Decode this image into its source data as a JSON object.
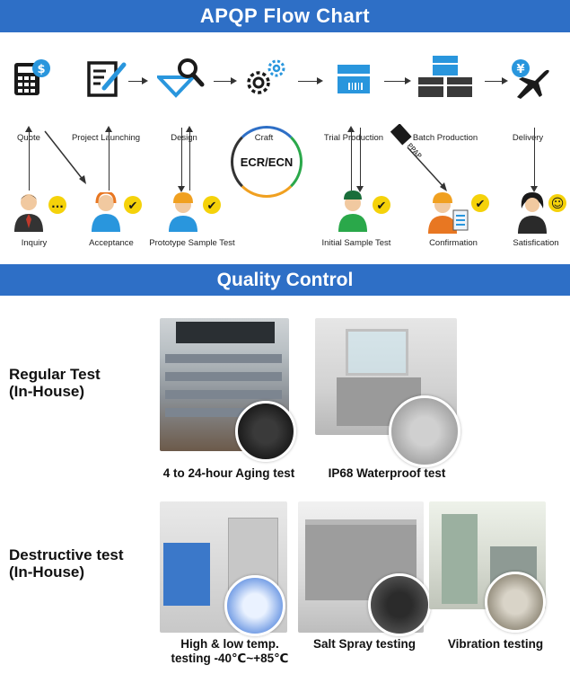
{
  "header": {
    "title": "APQP Flow Chart"
  },
  "flow": {
    "top_nodes": [
      {
        "label": "Quote",
        "icon": "calculator-dollar-icon"
      },
      {
        "label": "Project Launching",
        "icon": "document-pen-icon"
      },
      {
        "label": "Design",
        "icon": "triangle-magnifier-icon"
      },
      {
        "label": "Craft",
        "icon": "gears-icon"
      },
      {
        "label": "Trial Production",
        "icon": "barcode-box-icon"
      },
      {
        "label": "Batch Production",
        "icon": "stacked-boxes-icon"
      },
      {
        "label": "Delivery",
        "icon": "yen-airplane-icon"
      }
    ],
    "bottom_nodes": [
      {
        "label": "Inquiry",
        "icon": "businessman-icon",
        "badge": "..."
      },
      {
        "label": "Acceptance",
        "icon": "headset-agent-icon",
        "badge": "✔"
      },
      {
        "label": "Prototype Sample Test",
        "icon": "hardhat-worker-icon",
        "badge": "✔"
      },
      {
        "label": "Initial Sample Test",
        "icon": "inspector-icon",
        "badge": "✔"
      },
      {
        "label": "Confirmation",
        "icon": "worker-clipboard-icon",
        "badge": "✔"
      },
      {
        "label": "Satisfication",
        "icon": "woman-icon",
        "badge": "☺"
      }
    ],
    "ecr_label": "ECR/ECN",
    "ppap_label": "PPAP"
  },
  "quality": {
    "title": "Quality Control",
    "regular": {
      "label_line1": "Regular Test",
      "label_line2": "(In-House)",
      "tests": [
        {
          "caption": "4 to 24-hour Aging test"
        },
        {
          "caption": "IP68 Waterproof test"
        }
      ]
    },
    "destructive": {
      "label_line1": "Destructive test",
      "label_line2": "(In-House)",
      "tests": [
        {
          "caption_line1": "High & low temp.",
          "caption_line2": "testing -40℃~+85℃"
        },
        {
          "caption_line1": "Salt Spray testing"
        },
        {
          "caption_line1": "Vibration testing"
        }
      ]
    }
  },
  "colors": {
    "brand_blue": "#2e6fc6",
    "check_yellow": "#f5d20a",
    "icon_dark": "#1a1a1a",
    "icon_blue": "#2996dd"
  }
}
